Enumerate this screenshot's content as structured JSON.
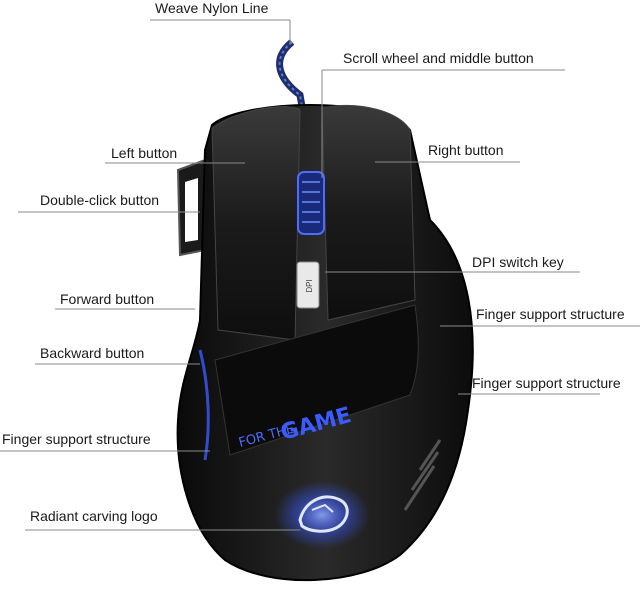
{
  "callouts": {
    "weave": "Weave Nylon Line",
    "scroll": "Scroll wheel and middle button",
    "left": "Left button",
    "right": "Right button",
    "double_click": "Double-click button",
    "dpi_switch": "DPI switch key",
    "forward": "Forward button",
    "finger_support_right_1": "Finger support structure",
    "backward": "Backward button",
    "finger_support_right_2": "Finger support structure",
    "finger_support_left": "Finger support structure",
    "logo": "Radiant carving logo"
  },
  "product_text": {
    "slogan_top": "FOR THE",
    "slogan_bottom": "GAME",
    "dpi_key": "DPI"
  },
  "colors": {
    "led_blue": "#3b5bff",
    "body": "#141414",
    "callout_line": "#8a8a8a"
  }
}
